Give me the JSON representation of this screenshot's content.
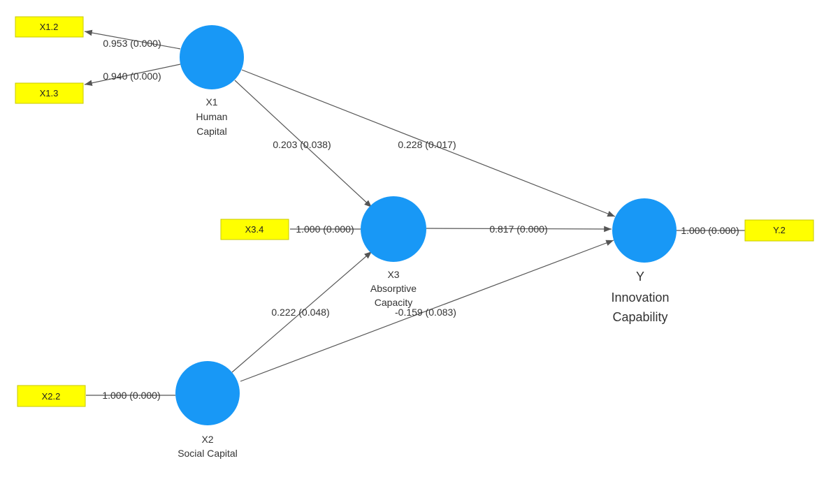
{
  "colors": {
    "latent_fill": "#1898f6",
    "indicator_fill": "#ffff00",
    "edge_stroke": "#555555"
  },
  "latent_variables": {
    "x1": {
      "code": "X1",
      "name_lines": [
        "Human",
        "Capital"
      ]
    },
    "x2": {
      "code": "X2",
      "name_lines": [
        "Social Capital"
      ]
    },
    "x3": {
      "code": "X3",
      "name_lines": [
        "Absorptive",
        "Capacity"
      ]
    },
    "y": {
      "code": "Y",
      "name_lines": [
        "Innovation",
        "Capability"
      ]
    }
  },
  "indicators": {
    "x1_2": "X1.2",
    "x1_3": "X1.3",
    "x2_2": "X2.2",
    "x3_4": "X3.4",
    "y_2": "Y.2"
  },
  "outer_loadings": {
    "x1_2": "0.953 (0.000)",
    "x1_3": "0.940 (0.000)",
    "x2_2": "1.000 (0.000)",
    "x3_4": "1.000 (0.000)",
    "y_2": "1.000 (0.000)"
  },
  "path_coefficients": {
    "x1_x3": "0.203 (0.038)",
    "x1_y": "0.228 (0.017)",
    "x3_y": "0.817 (0.000)",
    "x2_x3": "0.222 (0.048)",
    "x2_y": "-0.159 (0.083)"
  }
}
